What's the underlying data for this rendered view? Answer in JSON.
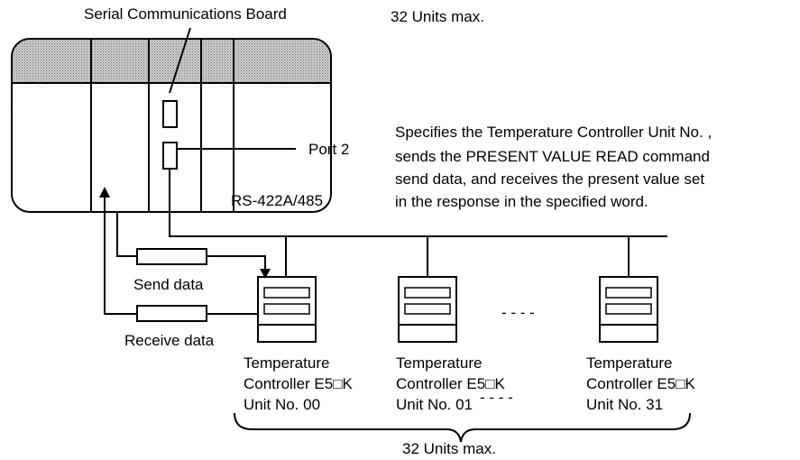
{
  "labels": {
    "board": "Serial Communications Board",
    "units_max_top": "32 Units max.",
    "port": "Port 2",
    "interface": "RS-422A/485",
    "send": "Send data",
    "receive": "Receive data",
    "units_max_bottom": "32 Units max."
  },
  "description": [
    "Specifies the Temperature Controller Unit No. ,",
    "sends the PRESENT VALUE READ command",
    "send data, and receives the present value set",
    "in the response in the specified word."
  ],
  "controllers": [
    {
      "line1": "Temperature",
      "line2": "Controller E5□K",
      "line3": "Unit No. 00"
    },
    {
      "line1": "Temperature",
      "line2": "Controller E5□K",
      "line3": "Unit No. 01"
    },
    {
      "line1": "Temperature",
      "line2": "Controller E5□K",
      "line3": "Unit No. 31"
    }
  ],
  "ellipsis": "- - - -",
  "ellipsis_lower": "- - - -"
}
